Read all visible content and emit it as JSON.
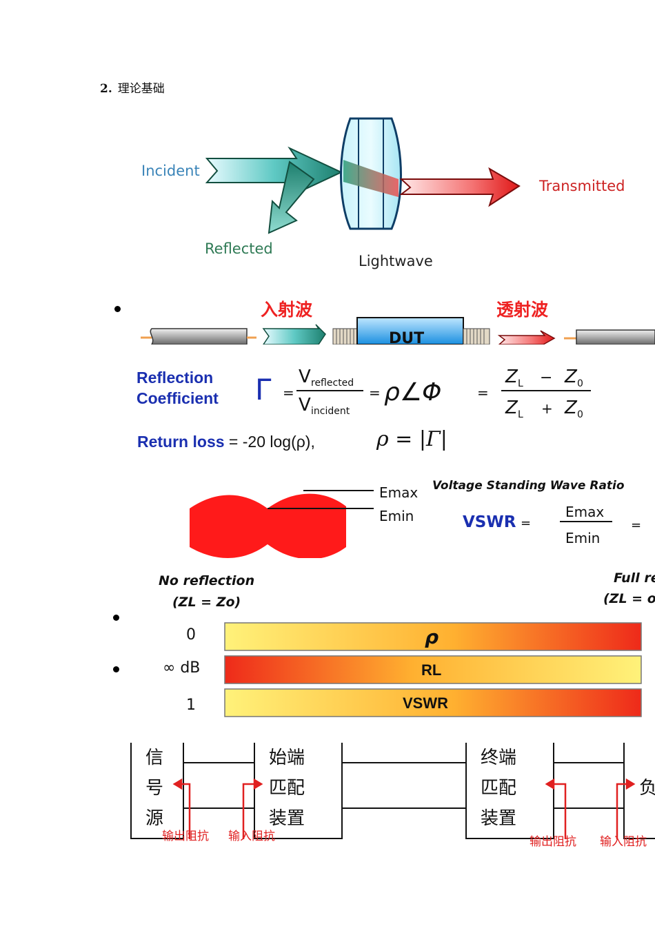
{
  "section": {
    "number": "2.",
    "title": "理论基础"
  },
  "lightwave_figure": {
    "incident": "Incident",
    "reflected": "Reflected",
    "transmitted": "Transmitted",
    "lightwave": "Lightwave",
    "colors": {
      "incident": "#3a84b8",
      "reflected": "#2f7a55",
      "transmitted": "#cc2222"
    }
  },
  "dut_figure": {
    "incident_cn": "入射波",
    "transmitted_cn": "透射波",
    "dut_label": "DUT"
  },
  "equations": {
    "reflection_label_1": "Reflection",
    "reflection_label_2": "Coefficient",
    "gamma": "Γ",
    "eq1": "=",
    "v_num": "V",
    "v_num_sub": "reflected",
    "v_den": "V",
    "v_den_sub": "incident",
    "eq2": "=",
    "rho_angle_phi": "ρ∠Φ",
    "eq3": "=",
    "z_num": "Z",
    "z_num_sub_l": "L",
    "z_minus": "−",
    "z_num2": "Z",
    "z_num_sub_0": "0",
    "z_den": "Z",
    "z_den_sub_l": "L",
    "z_plus": "+",
    "z_den2": "Z",
    "z_den_sub_0": "0",
    "return_loss_label": "Return loss",
    "return_loss_expr": "= -20 log(ρ),",
    "rho_abs": "ρ = |Γ|"
  },
  "vswr_figure": {
    "emax": "Emax",
    "emin": "Emin",
    "title": "Voltage Standing Wave Ratio",
    "vswr": "VSWR",
    "eq": "=",
    "frac_num": "Emax",
    "frac_den": "Emin",
    "eq2": "=",
    "wave_color": "#ff1a1a"
  },
  "scale_figure": {
    "no_reflection": "No reflection",
    "no_reflection_cond": "(ZL = Zo)",
    "full_reflection": "Full re",
    "full_reflection_cond": "(ZL = op",
    "rows": [
      {
        "left": "0",
        "label": "ρ"
      },
      {
        "left": "∞ dB",
        "label": "RL"
      },
      {
        "left": "1",
        "label": "VSWR"
      }
    ]
  },
  "circuit": {
    "source": [
      "信",
      "号",
      "源"
    ],
    "start_match": [
      "始端",
      "匹配",
      "装置"
    ],
    "end_match": [
      "终端",
      "匹配",
      "装置"
    ],
    "load_partial": "负",
    "out_imp_1": "输出阻抗",
    "in_imp_1": "输入阻抗",
    "out_imp_2": "输出阻抗",
    "in_imp_2": "输入阻抗"
  }
}
